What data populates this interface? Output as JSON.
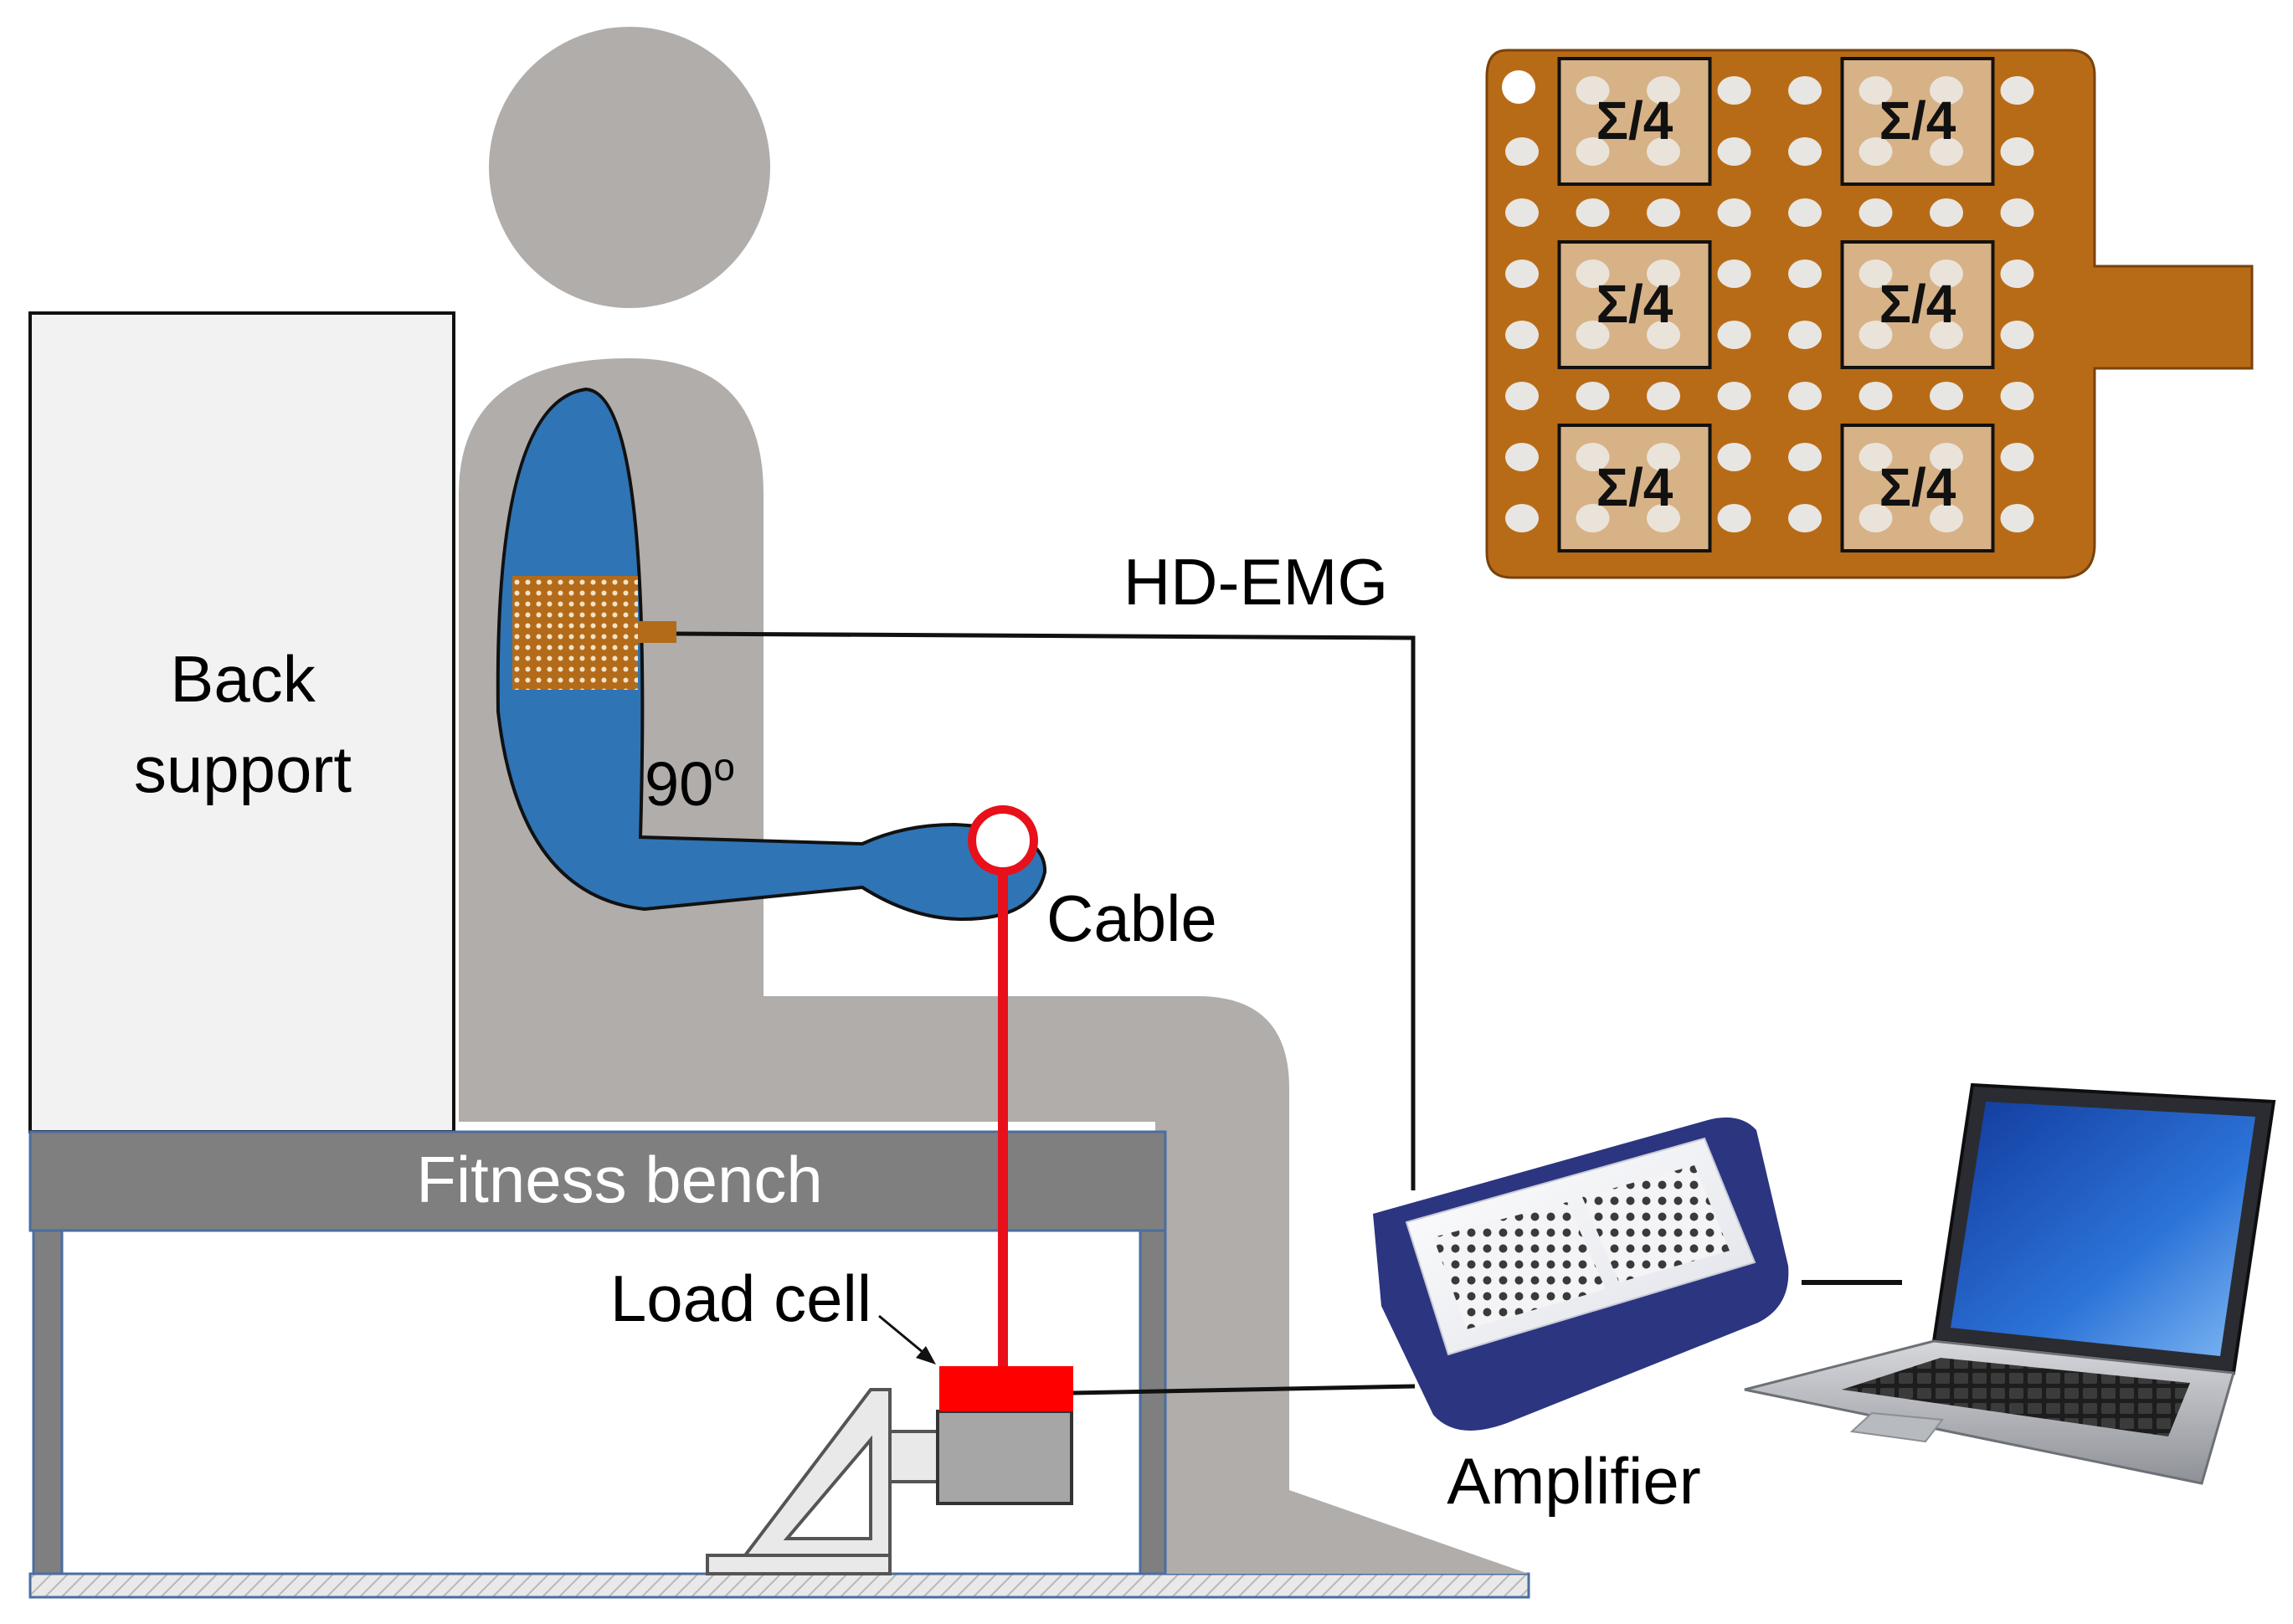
{
  "labels": {
    "back_support_line1": "Back",
    "back_support_line2": "support",
    "angle": "90",
    "angle_unit": "o",
    "hd_emg": "HD-EMG",
    "cable": "Cable",
    "fitness_bench": "Fitness bench",
    "load_cell": "Load cell",
    "amplifier": "Amplifier"
  },
  "electrode_grid": {
    "group_label": "Σ/4"
  },
  "colors": {
    "person": "#b0adab",
    "arm": "#2f74b5",
    "cable": "#e8101a",
    "load_cell_top": "#ff0000",
    "grid_pad": "#b36b1a",
    "bench_top": "#7f7f7f",
    "back_support_fill": "#f2f2f2",
    "amplifier_body": "#2b3580"
  }
}
